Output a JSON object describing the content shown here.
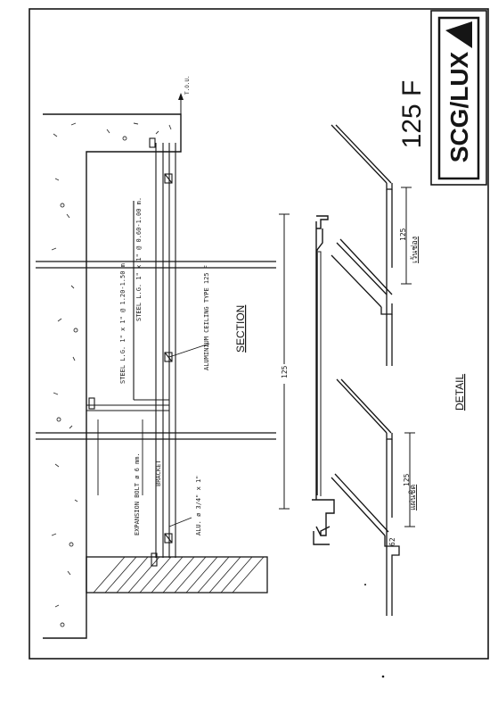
{
  "title_block": {
    "model": "125 F",
    "brand_logo_text": "SCG/LUX"
  },
  "section": {
    "heading": "SECTION",
    "label_top": "T.O.U.",
    "callouts": {
      "steel_l_big": "STEEL L.G. 1\" x 1\" @ 1.20-1.50 m.",
      "steel_l_small": "STEEL L.G. 1\" x 1\" @ 0.60-1.00 m.",
      "aluminium_ceiling": "ALUMINIUM CEILING TYPE 125 F",
      "expansion_bolt": "EXPANSION BOLT ø 6 mm.",
      "bracket": "BRACKET",
      "alu_profile": "ALU. ø 3/4\" x 1\""
    }
  },
  "detail": {
    "heading": "DETAIL",
    "dimension_long": "125",
    "open_joint": {
      "dimension": "125",
      "label_thai": "เว้นช่อง"
    },
    "closed_joint": {
      "dimension": "125",
      "sub_dimension": "62",
      "label_thai": "แผ่นชิด"
    }
  }
}
